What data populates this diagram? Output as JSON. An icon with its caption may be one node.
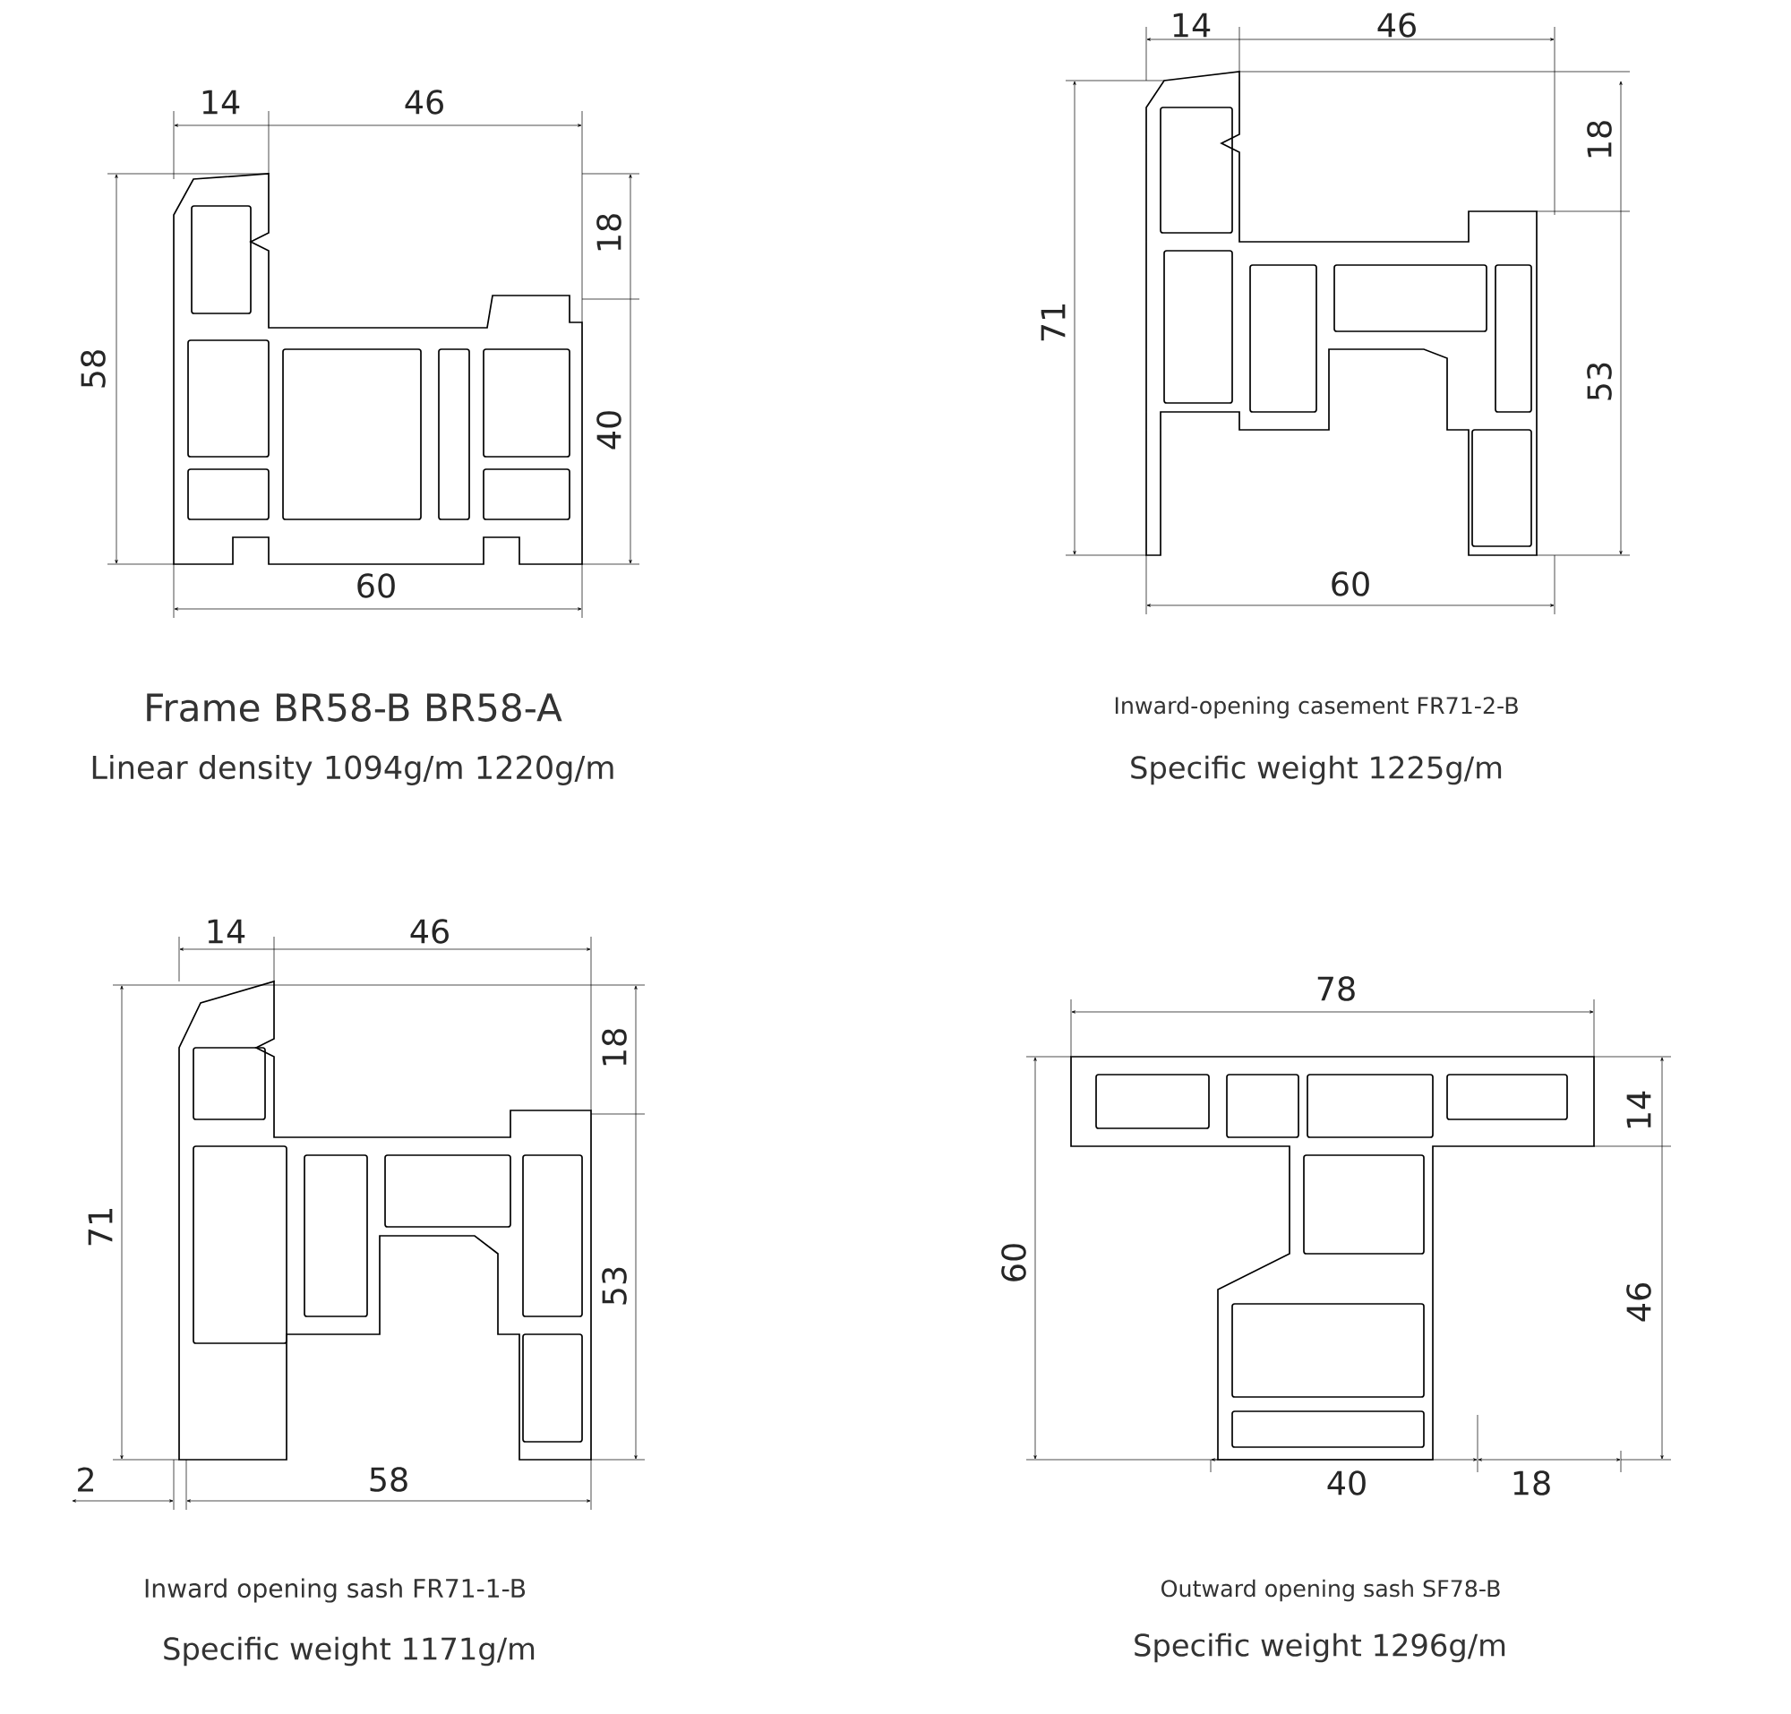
{
  "diagram": {
    "labels": [
      "14",
      "46",
      "18",
      "58",
      "40",
      "60",
      "Frame BR58-B BR58-A",
      "Linear density 1094g/m 1220g/m",
      "14",
      "46",
      "71",
      "18",
      "53",
      "60",
      "Inward-opening casement FR71-2-B",
      "Specific weight 1225g/m",
      "14",
      "46",
      "18",
      "71",
      "53",
      "2",
      "58",
      "Inward opening sash FR71-1-B",
      "Specific weight 1171g/m",
      "78",
      "14",
      "60",
      "46",
      "40",
      "18",
      "Outward opening sash SF78-B",
      "Specific weight 1296g/m"
    ]
  }
}
